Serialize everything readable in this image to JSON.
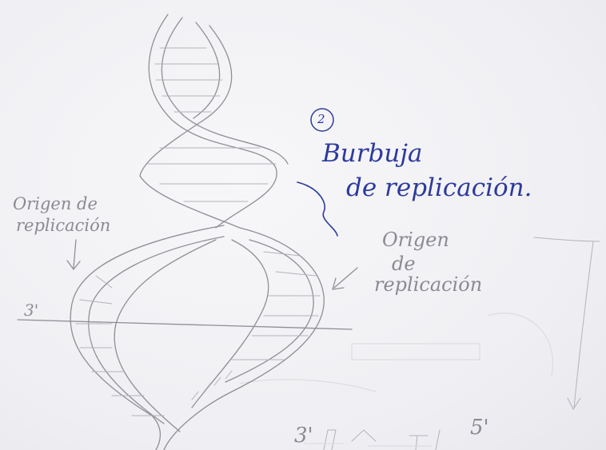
{
  "annotations": {
    "step_number": "2",
    "bubble_title_line1": "Burbuja",
    "bubble_title_line2": "de replicación.",
    "origin_left_line1": "Origen de",
    "origin_left_line2": "replicación",
    "origin_right_line1": "Origen",
    "origin_right_line2": "de",
    "origin_right_line3": "replicación",
    "end_left": "3'",
    "end_bottom_left": "3'",
    "end_bottom_right": "5'"
  },
  "colors": {
    "pencil": "#8e8e96",
    "ink_blue": "#2d3a9c",
    "paper": "#efeff3"
  }
}
